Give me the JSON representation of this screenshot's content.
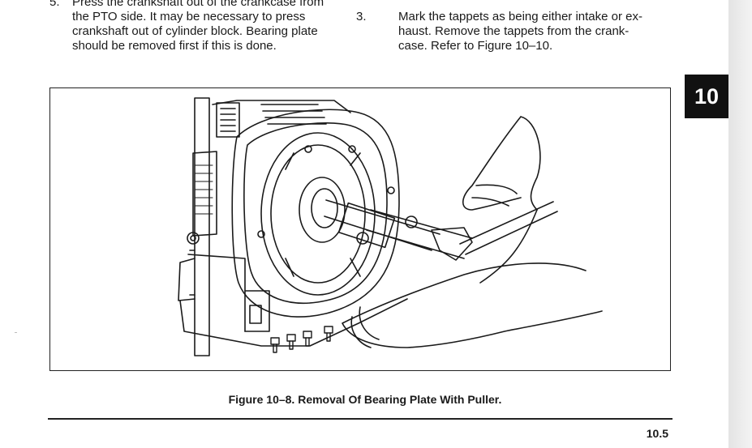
{
  "left_column": {
    "number": "5.",
    "lines": [
      "Press the crankshaft out of the crankcase from",
      "the PTO side. It may be necessary to press",
      "crankshaft out of cylinder block. Bearing plate",
      "should be removed first if this is done."
    ]
  },
  "right_column": {
    "number": "3.",
    "lines": [
      "Mark the tappets as being either intake or ex-",
      "haust. Remove the tappets from the crank-",
      "case. Refer to Figure 10–10."
    ]
  },
  "section_tab": "10",
  "figure": {
    "caption": "Figure 10–8. Removal Of Bearing Plate With Puller."
  },
  "footer": {
    "page_number": "10.5"
  }
}
